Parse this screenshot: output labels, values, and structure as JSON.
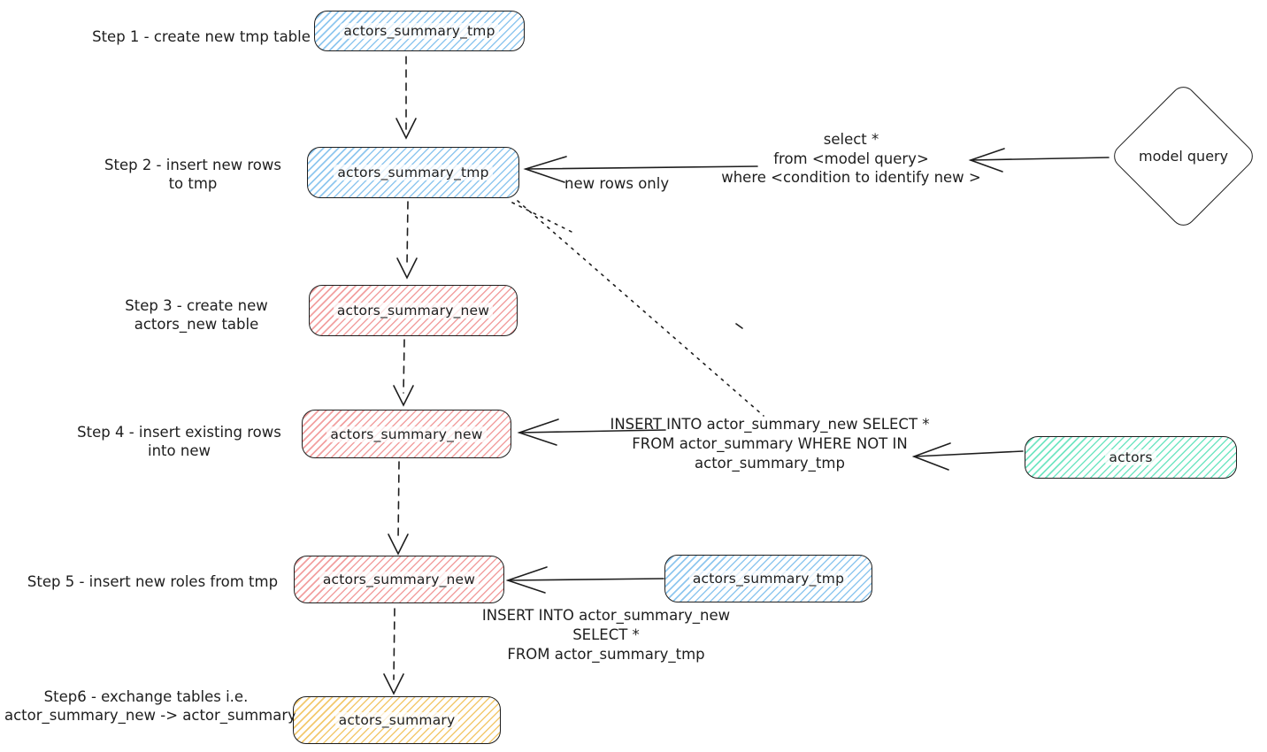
{
  "colors": {
    "blue": "#8fc7ef",
    "pink": "#f2a0a0",
    "green": "#72e6c3",
    "yellow": "#f3c96e",
    "stroke": "#1e1e1e"
  },
  "steps": [
    {
      "label_lines": [
        "Step 1 - create new tmp table"
      ],
      "node": "actors_summary_tmp"
    },
    {
      "label_lines": [
        "Step 2 - insert new rows",
        "to tmp"
      ],
      "node": "actors_summary_tmp"
    },
    {
      "label_lines": [
        "Step 3 - create new",
        "actors_new table"
      ],
      "node": "actors_summary_new"
    },
    {
      "label_lines": [
        "Step 4 - insert existing rows",
        "into new"
      ],
      "node": "actors_summary_new"
    },
    {
      "label_lines": [
        "Step 5 - insert new roles from tmp"
      ],
      "node": "actors_summary_new"
    },
    {
      "label_lines": [
        "Step6 - exchange tables i.e.",
        "actor_summary_new -> actor_summary"
      ],
      "node": "actors_summary"
    }
  ],
  "annotations": {
    "model_query": "model query",
    "select_lines": [
      "select *",
      "from <model query>",
      "where <condition to identify new >"
    ],
    "new_rows_only": "new rows only",
    "insert_existing_lines": [
      "INSERT INTO actor_summary_new SELECT *",
      "FROM actor_summary WHERE NOT IN",
      "actor_summary_tmp"
    ],
    "insert_from_tmp_lines": [
      "INSERT INTO actor_summary_new",
      "SELECT *",
      "FROM actor_summary_tmp"
    ],
    "actors_node": "actors",
    "tmp_source_node": "actors_summary_tmp"
  }
}
